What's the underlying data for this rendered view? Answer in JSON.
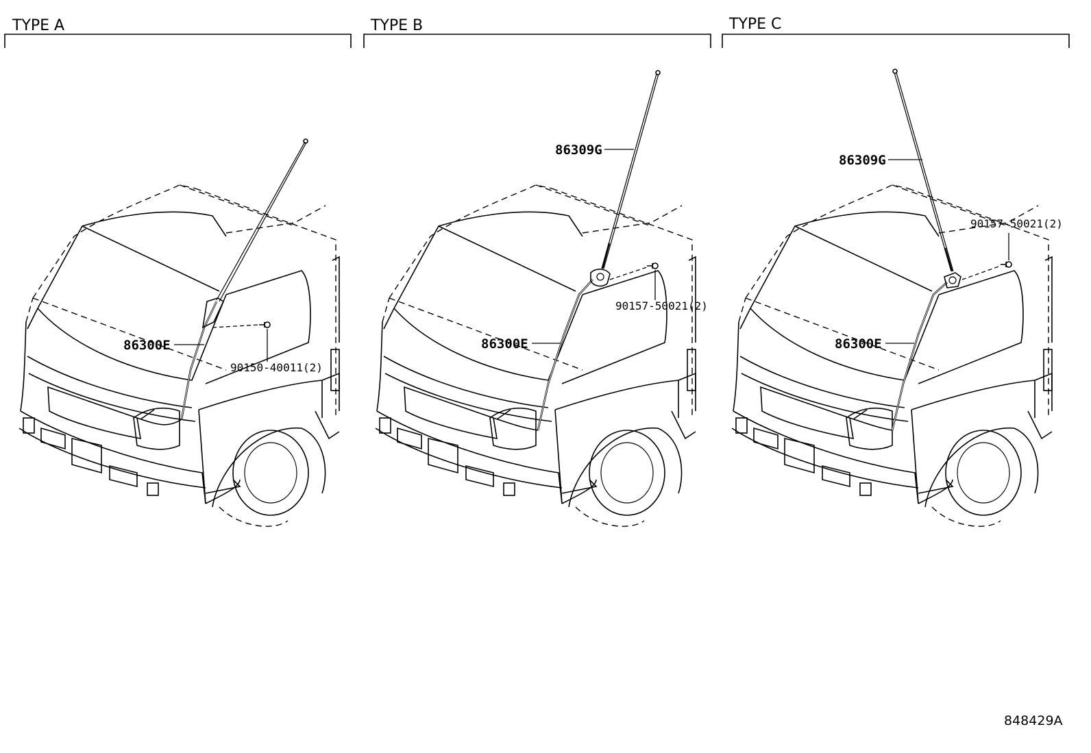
{
  "panels": [
    {
      "title": "TYPE A",
      "labels": {
        "feeder": "86300E",
        "screw": "90150-40011(2)"
      }
    },
    {
      "title": "TYPE B",
      "labels": {
        "rod": "86309G",
        "feeder": "86300E",
        "screw": "90157-50021(2)"
      }
    },
    {
      "title": "TYPE C",
      "labels": {
        "rod": "86309G",
        "screw": "90157-50021(2)",
        "feeder": "86300E"
      }
    }
  ],
  "reference": "848429A"
}
